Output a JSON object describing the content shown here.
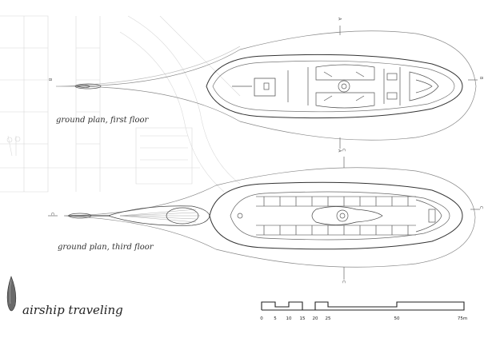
{
  "captions": {
    "first_floor": "ground plan, first floor",
    "third_floor": "ground plan, third floor",
    "project_title": "airship traveling"
  },
  "scale_bar": {
    "ticks": [
      "0",
      "5",
      "10",
      "15",
      "20",
      "25",
      "50",
      "75m"
    ]
  },
  "section_markers": {
    "a": "A",
    "b": "B",
    "c": "C"
  },
  "colors": {
    "line": "#555555",
    "light_line": "#cfcfcf",
    "ink": "#222222"
  }
}
